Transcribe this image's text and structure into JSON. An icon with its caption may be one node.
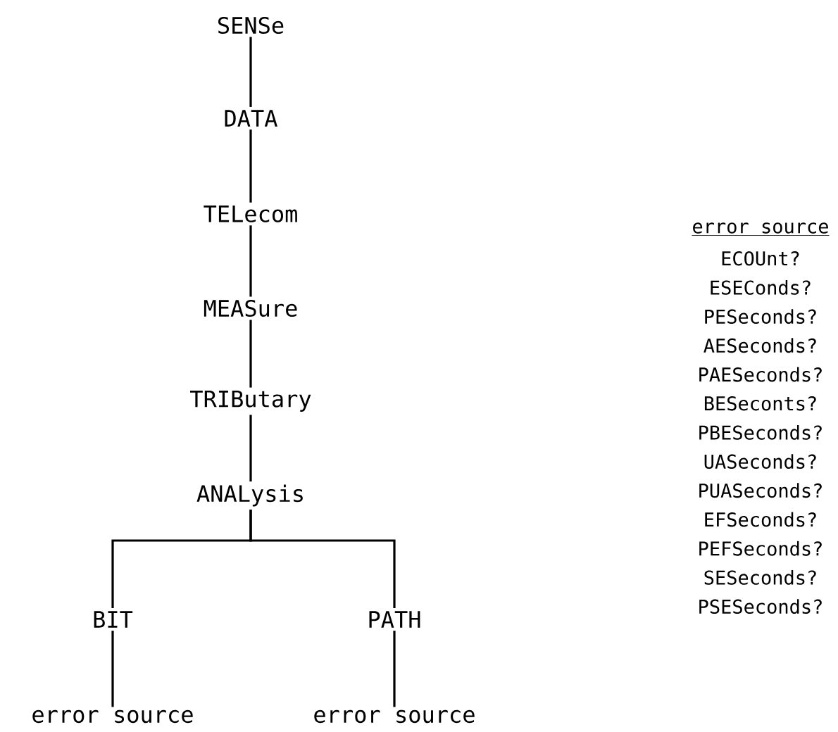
{
  "diagram": {
    "nodes": [
      {
        "text": [
          "SENSe"
        ]
      },
      {
        "text": [
          "DATA"
        ]
      },
      {
        "text": [
          "TELecom"
        ]
      },
      {
        "text": [
          "MEASure"
        ]
      },
      {
        "text": [
          "TRIButary"
        ]
      },
      {
        "text": [
          "ANALysis"
        ]
      },
      {
        "text": [
          "BIT"
        ]
      },
      {
        "text": [
          "PATH"
        ]
      },
      {
        "text": [
          "error source"
        ]
      },
      {
        "text": [
          "error source"
        ]
      }
    ],
    "edges": [
      {
        "from": 0,
        "to": 1,
        "arrow": "none"
      },
      {
        "from": 1,
        "to": 2,
        "arrow": "none"
      },
      {
        "from": 2,
        "to": 3,
        "arrow": "none"
      },
      {
        "from": 3,
        "to": 4,
        "arrow": "none"
      },
      {
        "from": 4,
        "to": 5,
        "arrow": "none"
      },
      {
        "from": 5,
        "to": 6,
        "arrow": "none"
      },
      {
        "from": 5,
        "to": 7,
        "arrow": "none"
      },
      {
        "from": 6,
        "to": 8,
        "arrow": "none"
      },
      {
        "from": 7,
        "to": 9,
        "arrow": "none"
      }
    ],
    "labels": [
      "error source",
      "ECOUnt?",
      "ESEConds?",
      "PESeconds?",
      "AESeconds?",
      "PAESeconds?",
      "BESeconts?",
      "PBESeconds?",
      "UASeconds?",
      "PUASeconds?",
      "EFSeconds?",
      "PEFSeconds?",
      "SESeconds?",
      "PSESeconds?"
    ]
  }
}
